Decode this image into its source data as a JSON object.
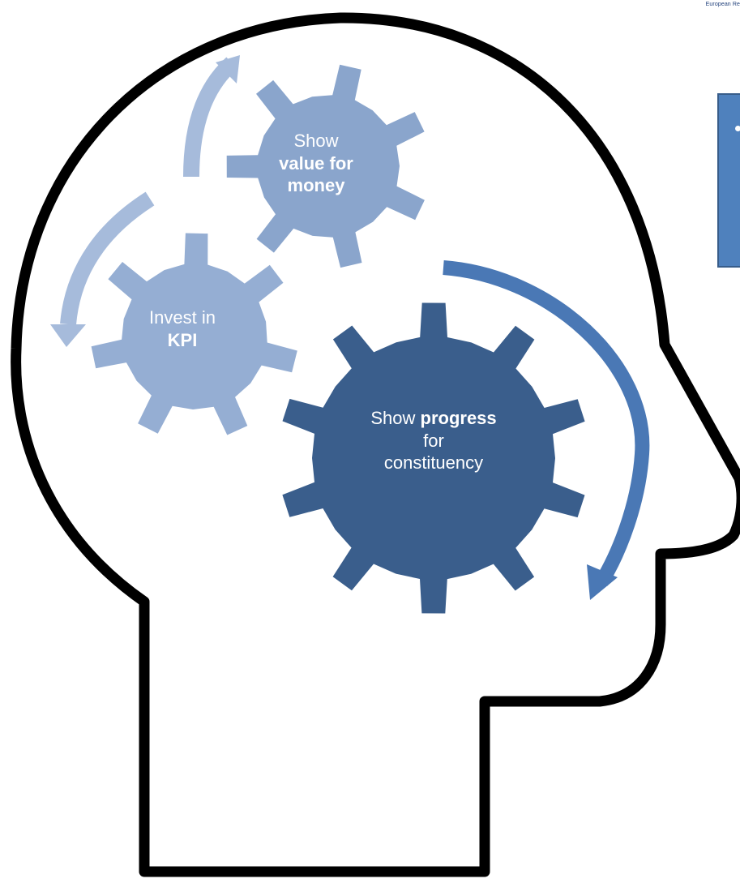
{
  "header": {
    "org_text": "European Re"
  },
  "side_box": {
    "bullet": "•"
  },
  "gears": {
    "value": {
      "line1": "Show",
      "bold1": "value for",
      "bold2": "money"
    },
    "kpi": {
      "line1": "Invest in",
      "bold1": "KPI"
    },
    "progress": {
      "pre": "Show ",
      "bold": "progress",
      "line2": "for",
      "line3": "constituency"
    }
  },
  "colors": {
    "head_outline": "#000000",
    "gear_light": "#95aed3",
    "gear_mid": "#8aa5cc",
    "gear_dark": "#3a5e8c",
    "arrow_light": "#a6bbdb",
    "arrow_dark": "#4a78b5",
    "side_box": "#4f81bd"
  },
  "icons": {
    "gear": "gear-icon",
    "arrow": "curved-arrow-icon"
  }
}
